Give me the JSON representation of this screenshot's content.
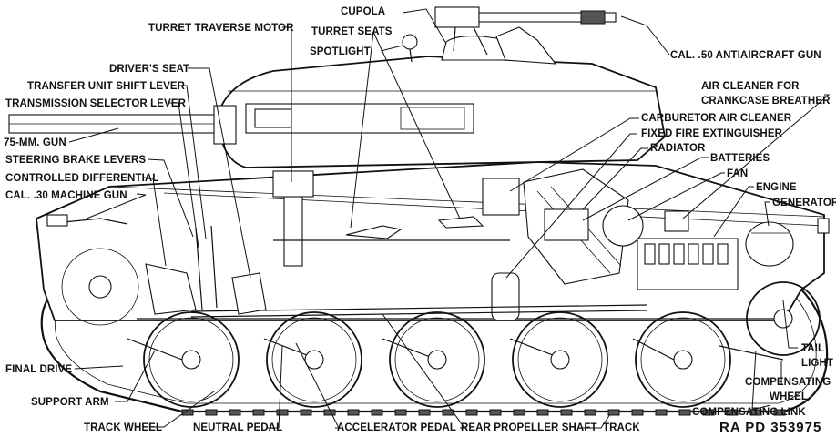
{
  "labels": {
    "cupola": "CUPOLA",
    "turret_seats": "TURRET SEATS",
    "spotlight": "SPOTLIGHT",
    "cal50": "CAL. .50 ANTIAIRCRAFT GUN",
    "turret_traverse_motor": "TURRET TRAVERSE MOTOR",
    "drivers_seat": "DRIVER'S SEAT",
    "transfer_unit_shift_lever": "TRANSFER UNIT SHIFT LEVER",
    "transmission_selector_lever": "TRANSMISSION SELECTOR LEVER",
    "gun_75mm": "75-MM. GUN",
    "steering_brake_levers": "STEERING BRAKE LEVERS",
    "controlled_differential": "CONTROLLED DIFFERENTIAL",
    "cal30": "CAL. .30 MACHINE GUN",
    "air_cleaner_line1": "AIR CLEANER FOR",
    "air_cleaner_line2": "CRANKCASE BREATHER",
    "carburetor_air_cleaner": "CARBURETOR AIR CLEANER",
    "fixed_fire_extinguisher": "FIXED FIRE EXTINGUISHER",
    "radiator": "RADIATOR",
    "batteries": "BATTERIES",
    "fan": "FAN",
    "engine": "ENGINE",
    "generator": "GENERATOR",
    "final_drive": "FINAL DRIVE",
    "support_arm": "SUPPORT ARM",
    "track_wheel": "TRACK WHEEL",
    "neutral_pedal": "NEUTRAL PEDAL",
    "accelerator_pedal": "ACCELERATOR PEDAL",
    "rear_propeller_shaft": "REAR PROPELLER SHAFT",
    "track": "TRACK",
    "tail": "TAIL",
    "light": "LIGHT",
    "compensating": "COMPENSATING",
    "wheel": "WHEEL",
    "compensating_link": "COMPENSATING LINK",
    "ra_pd": "RA PD 353975"
  }
}
